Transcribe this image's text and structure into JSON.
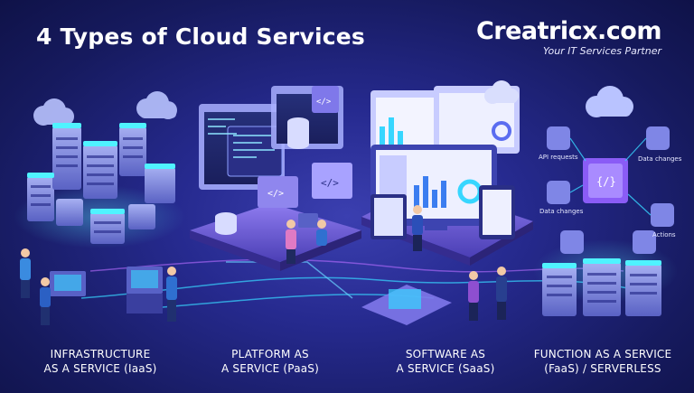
{
  "title": "4 Types of Cloud Services",
  "brand": {
    "name": "Creatricx.com",
    "tagline": "Your IT Services Partner"
  },
  "categories": [
    {
      "line1": "INFRASTRUCTURE",
      "line2": "AS A SERVICE (IaaS)"
    },
    {
      "line1": "PLATFORM AS",
      "line2": "A SERVICE (PaaS)"
    },
    {
      "line1": "SOFTWARE AS",
      "line2": "A SERVICE (SaaS)"
    },
    {
      "line1": "FUNCTION AS A SERVICE",
      "line2": "(FaaS) / SERVERLESS"
    }
  ],
  "faas_labels": {
    "api_requests": "API requests",
    "data_changes_top": "Data changes",
    "data_changes_left": "Data changes",
    "actions": "Actions"
  },
  "colors": {
    "background": "#1a1f6e",
    "accent_cyan": "#37d6ff",
    "accent_purple": "#8a5cf6",
    "server": "#7e86d8",
    "text": "#ffffff"
  }
}
